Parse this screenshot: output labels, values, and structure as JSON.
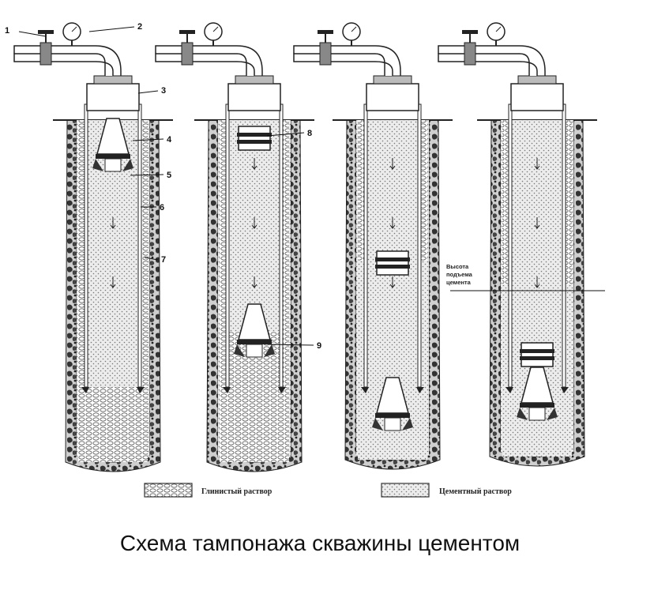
{
  "callouts": [
    "1",
    "2",
    "3",
    "4",
    "5",
    "6",
    "7",
    "8",
    "9"
  ],
  "legend": {
    "clay": "Глинистый раствор",
    "cement": "Цементный раствор"
  },
  "cement_height_label": [
    "Высота",
    "подъема",
    "цемента"
  ],
  "caption": "Схема тампонажа скважины цементом"
}
